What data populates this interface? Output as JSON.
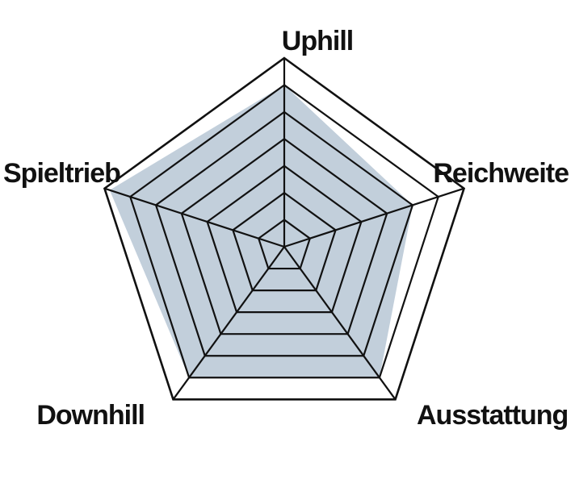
{
  "chart_data": {
    "type": "radar",
    "title": "",
    "axes": [
      "Uphill",
      "Reichweite",
      "Ausstattung",
      "Downhill",
      "Spieltrieb"
    ],
    "rings": 7,
    "range": [
      0,
      7
    ],
    "grid": true,
    "series": [
      {
        "values": [
          6.0,
          5.0,
          6.0,
          6.0,
          6.8
        ]
      }
    ],
    "colors": {
      "fill": "#c2cfdb",
      "grid": "#111111",
      "label": "#111111"
    }
  }
}
